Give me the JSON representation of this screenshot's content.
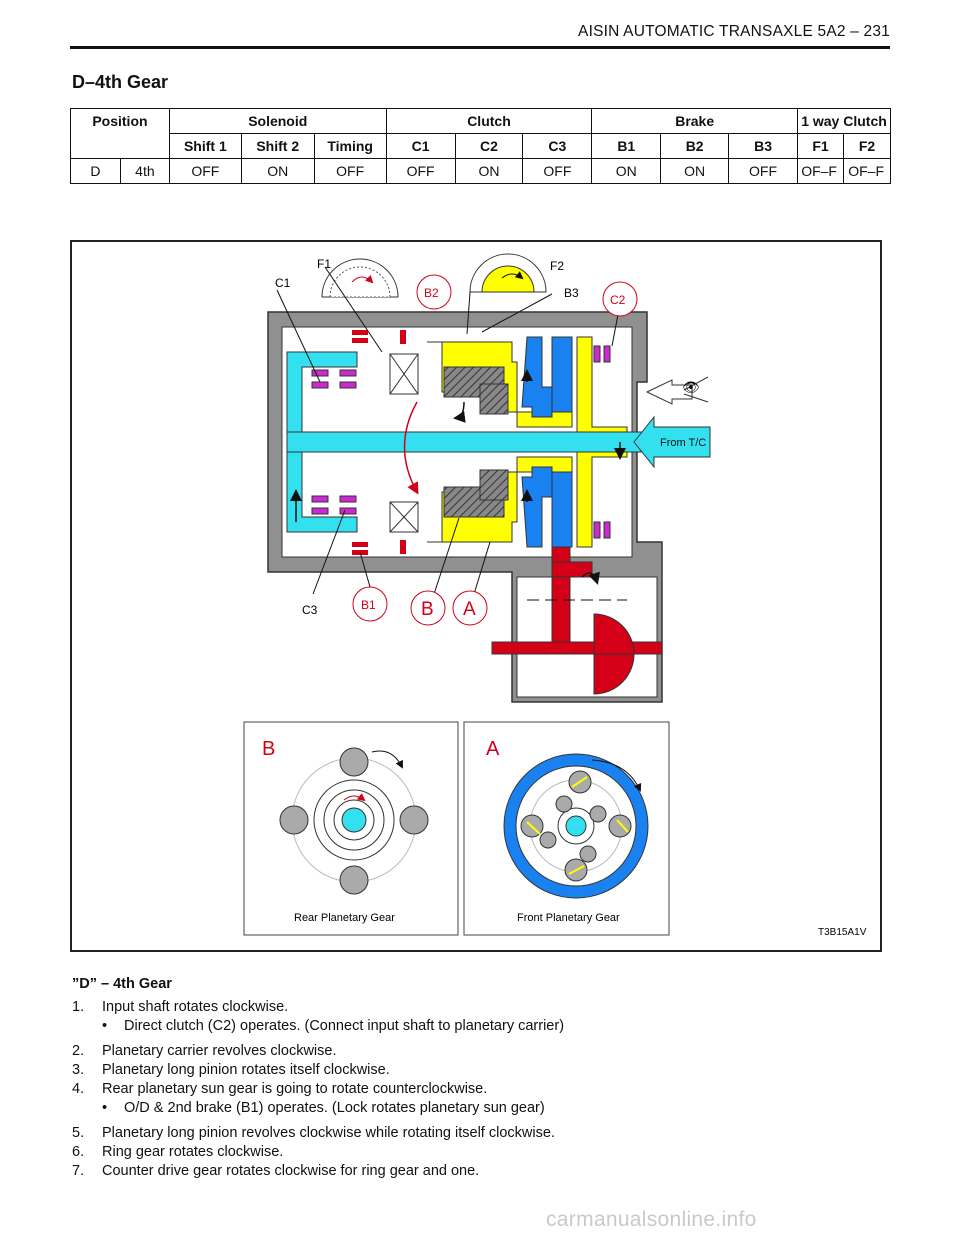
{
  "header": {
    "title": "AISIN AUTOMATIC TRANSAXLE  5A2 – 231"
  },
  "section": {
    "title": "D–4th Gear"
  },
  "table": {
    "h_position": "Position",
    "h_solenoid": "Solenoid",
    "h_clutch": "Clutch",
    "h_brake": "Brake",
    "h_oneway": "1 way Clutch",
    "sub": [
      "Shift 1",
      "Shift 2",
      "Timing",
      "C1",
      "C2",
      "C3",
      "B1",
      "B2",
      "B3",
      "F1",
      "F2"
    ],
    "row": [
      "D",
      "4th",
      "OFF",
      "ON",
      "OFF",
      "OFF",
      "ON",
      "OFF",
      "ON",
      "ON",
      "OFF",
      "OF–F",
      "OF–F"
    ]
  },
  "figure": {
    "labels": {
      "F1": "F1",
      "F2": "F2",
      "C1": "C1",
      "B2": "B2",
      "B3": "B3",
      "C2": "C2",
      "C3": "C3",
      "B1": "B1",
      "B": "B",
      "A": "A",
      "from_tc": "From T/C",
      "rear_title": "Rear Planetary Gear",
      "front_title": "Front Planetary Gear",
      "code": "T3B15A1V"
    },
    "colors": {
      "cyan": "#33e0f0",
      "yellow": "#ffff00",
      "blue": "#1a82f0",
      "red": "#d40018",
      "magenta": "#cc2ad0",
      "grey": "#9a9a9a"
    }
  },
  "body": {
    "title": "”D” – 4th Gear",
    "steps": [
      "Input shaft rotates clockwise.",
      "Planetary carrier revolves clockwise.",
      "Planetary long pinion rotates itself clockwise.",
      "Rear planetary sun gear is going to rotate counterclockwise.",
      "Planetary long pinion revolves clockwise while rotating itself clockwise.",
      "Ring gear rotates clockwise.",
      "Counter drive gear rotates clockwise for ring gear and one."
    ],
    "nums": [
      "1.",
      "2.",
      "3.",
      "4.",
      "5.",
      "6.",
      "7."
    ],
    "bullets": [
      "Direct clutch (C2) operates. (Connect input shaft to planetary carrier)",
      "O/D & 2nd brake (B1) operates. (Lock rotates planetary sun gear)"
    ],
    "bullet_symbol": "•"
  },
  "watermark": "carmanualsonline.info"
}
